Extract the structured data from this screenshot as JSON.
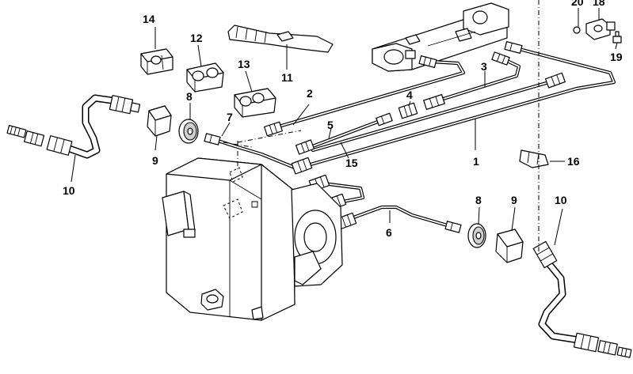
{
  "diagram": {
    "callouts": {
      "c1": "1",
      "c2": "2",
      "c3": "3",
      "c4": "4",
      "c5": "5",
      "c6": "6",
      "c7": "7",
      "c8a": "8",
      "c8b": "8",
      "c9a": "9",
      "c9b": "9",
      "c10a": "10",
      "c10b": "10",
      "c11": "11",
      "c12": "12",
      "c13": "13",
      "c14": "14",
      "c15": "15",
      "c16": "16",
      "c18": "18",
      "c19": "19",
      "c20": "20"
    }
  }
}
